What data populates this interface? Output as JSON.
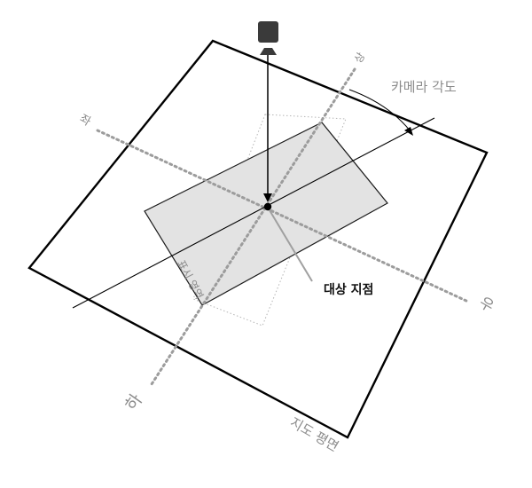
{
  "labels": {
    "top": "상",
    "bottom": "하",
    "left": "좌",
    "right": "우",
    "camera_angle": "카메라 각도",
    "target_point": "대상 지점",
    "display_area": "표시 영역",
    "map_plane": "지도 평면"
  },
  "colors": {
    "outline": "#000000",
    "display_fill": "#e3e3e3",
    "axis_dotted": "#9c9c9c",
    "leader": "#a0a0a0",
    "camera": "#3a3a3a"
  }
}
